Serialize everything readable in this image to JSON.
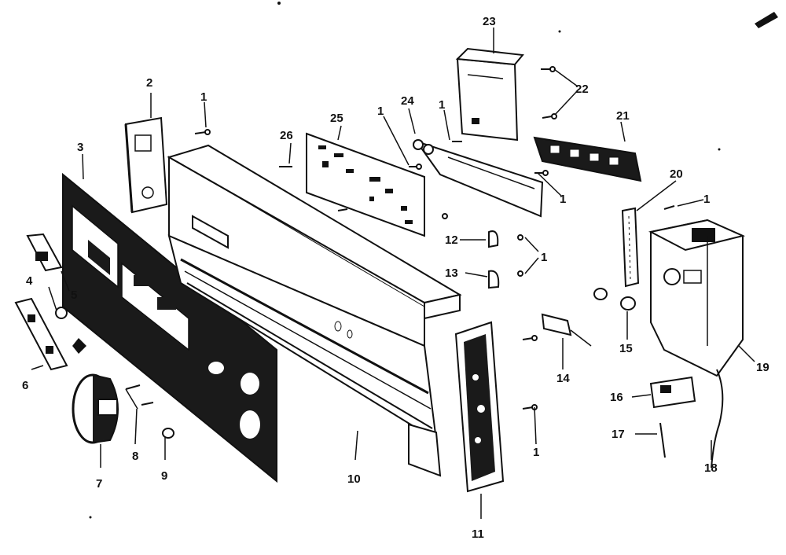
{
  "diagram": {
    "part_labels": {
      "p1": "1",
      "p2": "2",
      "p3": "3",
      "p4": "4",
      "p5": "5",
      "p6": "6",
      "p7": "7",
      "p8": "8",
      "p9": "9",
      "p10": "10",
      "p11": "11",
      "p12": "12",
      "p13": "13",
      "p14": "14",
      "p15": "15",
      "p16": "16",
      "p17": "17",
      "p18": "18",
      "p19": "19",
      "p20": "20",
      "p21": "21",
      "p22": "22",
      "p23": "23",
      "p24": "24",
      "p25": "25",
      "p26": "26"
    },
    "colors": {
      "ink": "#111111",
      "paper": "#ffffff",
      "panel": "#1a1a1a"
    }
  }
}
